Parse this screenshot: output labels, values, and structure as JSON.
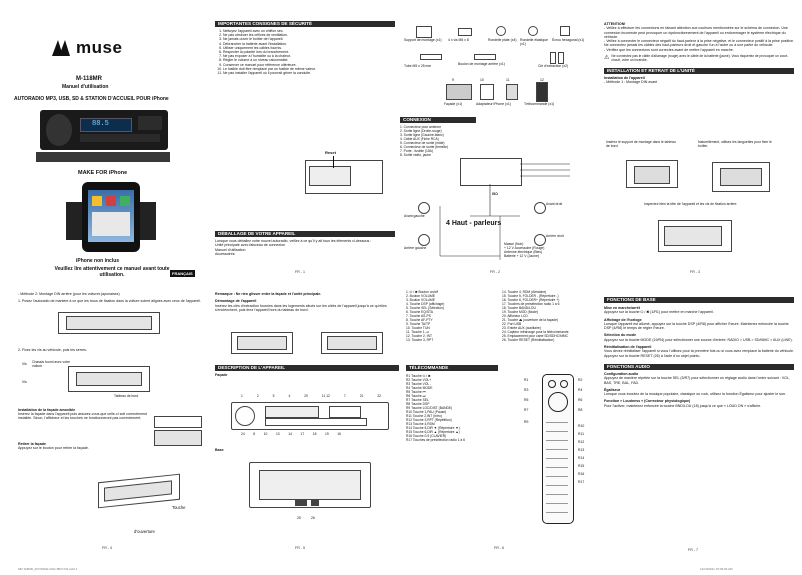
{
  "brand": "muse",
  "cover": {
    "model": "M-118MR",
    "manual": "Manuel d'utilisation",
    "product": "AUTORADIO MP3, USB, SD & STATION D'ACCUEIL POUR iPhone",
    "make_for": "MAKE FOR iPhone",
    "not_included": "iPhone non inclus",
    "read_notice": "Veuillez lire attentivement ce manuel avant toute utilisation.",
    "language_tag": "FRANÇAIS",
    "radio_display": "88.5"
  },
  "safety": {
    "title": "IMPORTANTES CONSIGNES DE SÉCURITÉ",
    "items": [
      "Nettoyez l'appareil avec un chiffon sec.",
      "Ne pas obstruer les orifices de ventilation.",
      "Ne jamais ouvrir le boîtier de l'appareil.",
      "Débrancher la batterie avant l'installation.",
      "Utiliser uniquement les câbles fournis.",
      "Respecter la polarité lors du branchement.",
      "Ne pas exposer à l'humidité ou à la chaleur.",
      "Régler le volume à un niveau raisonnable.",
      "Conserver ce manuel pour référence ultérieure.",
      "Le fusible doit être remplacé par un fusible de même valeur.",
      "Ne pas installer l'appareil où il pourrait gêner la conduite."
    ],
    "reset_label": "Reset"
  },
  "unpacking": {
    "title": "DÉBALLAGE DE VOTRE APPAREIL",
    "text": "Lorsque vous déballez votre nouvel autoradio, veillez à ce qu'il y ait tous les éléments ci-dessous :",
    "lines": [
      "Unité principale avec faisceau de connexion",
      "Manuel d'utilisation",
      "Accessoires:"
    ]
  },
  "accessories": {
    "labels": [
      "Support de montage (x1)",
      "4 x vis M5 x 8",
      "Rondelle plate (x4)",
      "Rondelle élastique (x1)",
      "Écrou hexagonal (x1)",
      "Tube M5 x 25 mm",
      "Boulon de montage arrière (x1)",
      "Clé d'extraction (x2)",
      "Façade (x1)",
      "Adaptateur iPhone (x1)",
      "Télécommande (x1)"
    ],
    "numbers": [
      "9",
      "10",
      "11",
      "12"
    ]
  },
  "connexion": {
    "title": "CONNEXION",
    "items": [
      "1. Connecteur pour antenne",
      "2. Sortie ligne (Droite-rouge)",
      "3. Sortie ligne (Gauche-blanc)",
      "4. Câble AUX (Fiche RCA)",
      "5. Connecteur de sortie (mâle)",
      "6. Connecteur de sortie (femelle)",
      "7. Porte - fusible (15A)",
      "8. Sortie vidéo, jaune"
    ],
    "diagram": {
      "speakers": "4 Haut - parleurs",
      "iso": "ISO",
      "mass": "Masse (Noir)",
      "plus12": "+ 12 V Accessoire (Rouge)",
      "antenna": "Antenne électrique (Bleu)",
      "battery": "Batterie + 12 V (Jaune)",
      "front_r": "Avant droit",
      "front_l": "Avant gauche",
      "rear_r": "Arrière droit",
      "rear_l": "Arrière gauche"
    }
  },
  "attention": {
    "title": "ATTENTION!",
    "text": "- Veillez à effectuer les connexions en faisant attention aux couleurs mentionnées sur le schéma de connexion. Une connexion incorrecte peut provoquer un dysfonctionnement de l'appareil ou endommager le système électrique du véhicule.\n- Veillez à connecter le connecteur négatif du haut-parleur à la prise négative, et le connecteur positif à la prise positive. Ne connectez jamais les câbles des haut-parleurs droit et gauche l'un à l'autre ou à une partie du véhicule.\n- Vérifiez que les connexions sont correctes avant de mettre l'appareil en marche.",
    "warn": "Ne connectez pas le câble d'allumage (rouge) avec le câble de la batterie (jaune). Vous risqueriez de provoquer un court-circuit, voire un incendie."
  },
  "installation": {
    "title": "INSTALLATION ET RETRAIT DE L'UNITÉ",
    "sub1": "Installation de l'appareil",
    "sub2": "- Méthode 1 : Montage DIN avant",
    "note1": "Insérez le support de montage dans le tableau de bord.",
    "note2": "Naturellement, utilisez les languettes pour fixer le boîtier.",
    "note3": "Inspectez bien la tête de l'appareil et les vis de fixation arrière."
  },
  "method2": {
    "text": "- Méthode 2: Montage DIN arrière (pour les voitures japonaises)",
    "step1": "1. Posez l'autoradio de manière à ce que les trous de fixation dans la voiture soient alignés avec ceux de l'appareil.",
    "step2": "2. Fixez les vis au véhicule, puis les serres.",
    "vis": "Vis",
    "vis_label": "Chassis fourni avec votre voiture",
    "dashboard": "Tableau de bord",
    "facade_title": "Installation de la façade amovible",
    "facade_text": "Insérez la façade dans l'appareil puis assurez-vous que celle-ci soit correctement installée. Sinon, l'afficheur et les touches ne fonctionneront pas correctement.",
    "remove_title": "Retirer la façade",
    "remove_text": "Appuyez sur le bouton pour retirer la façade.",
    "touche": "Touche",
    "ouverture": "d'ouverture"
  },
  "remark": {
    "title": "Remarque : Ne rien glisser entre la façade et l'unité principale.",
    "sub": "Démontage de l'appareil",
    "text": "Insérez les clés d'extraction fournies dans les logements situés sur les côtés de l'appareil jusqu'à ce qu'elles s'enclenchent, puis tirez l'appareil hors du tableau de bord."
  },
  "description": {
    "title": "DESCRIPTION DE L'APPAREIL",
    "facade": "Façade",
    "base": "Base",
    "callouts_top": [
      "1",
      "2",
      "5",
      "4",
      "20",
      "11 12",
      "7",
      "21",
      "22"
    ],
    "callouts_bottom": [
      "24",
      "8",
      "10",
      "13",
      "14",
      "17",
      "18",
      "19",
      "16"
    ],
    "base_callouts": [
      "25",
      "26"
    ]
  },
  "legend": {
    "left": [
      "1. ⏻ / ✖ Bouton on/off",
      "2. Bouton VOLUME",
      "3. Bouton VOLUME",
      "4. Touche DSP (affichage)",
      "5. Touche SEL (Sélection)",
      "6. Touche EQ/STA",
      "7. Touche AS-PS",
      "8. Touche AF-PTY",
      "9. Touche TA/TP",
      "10. Touche TUN",
      "11. Touche 1, ⏯",
      "12. Touche 2, INT",
      "13. Touche 3, RPT"
    ],
    "right": [
      "14. Touche 4, RDM (Aléatoire)",
      "15. Touche 5, FOLDER - (Répertoire -)",
      "16. Touche 6, FOLDER+ (Répertoire +)",
      "17. Touches de présélection radio 1 à 6",
      "18. Touche BAND/LOU",
      "19. Touche MOD (Mode)",
      "20. Afficheur LCD",
      "21. Touche ⏏ (ouverture de la façade)",
      "22. Port USB",
      "23. Entrée AUX (auxiliaire)",
      "24. Capteur infrarouge pour la télécommande",
      "25. Emplacement pour carte SD/SDHC/MMC",
      "26. Touche RESET (Réinitialisation)"
    ]
  },
  "remote": {
    "title": "TÉLÉCOMMANDE",
    "items": [
      "R1 Touche ⏻ / ✖",
      "R2 Touche VOL+",
      "R3 Touche VOL -",
      "R4 Touche MODE",
      "R5 Touche ⏮",
      "R6 Touche ⏭",
      "R7 Touche SEL",
      "R8 Touche DSP",
      "R9 Touche LOC/DIST (BANDE)",
      "R10 Touche 1,PAU (Pause)",
      "R11 Touche 2,INT (Intro)",
      "R12 Touche 3,RPT (Répétition)",
      "R13 Touche 4,RDM",
      "R14 Touche 5,DIR ▼ (Répertoire ▼)",
      "R15 Touche 6,DIR ▲ (Répertoire ▲)",
      "R16 Touche 0-9 (CLAVIER)",
      "R17 Touches de présélection radio 1 à 6"
    ],
    "labels": [
      "R1",
      "R2",
      "R3",
      "R4",
      "R5",
      "R6",
      "R7",
      "R8",
      "R9",
      "R10",
      "R11",
      "R12",
      "R13",
      "R14",
      "R15",
      "R16",
      "R17"
    ]
  },
  "functions_base": {
    "title": "FONCTIONS DE BASE",
    "s1": "Mise en marche/arrêt",
    "t1": "Appuyez sur la touche ⏻ / ✖ (1/R1) pour mettre en marche l'appareil.",
    "s2": "Affichage de l'horloge",
    "t2": "Lorsque l'appareil est allumé, appuyez sur la touche DSP (4/R8) pour afficher l'heure. Maintenez enfoncée la touche DSP (4/R8) le temps de régler l'heure.",
    "s3": "Sélection du mode",
    "t3": "Appuyez sur la touche MODE (19/R4) pour sélectionner une source d'entrée: RADIO > USB > SD/MMC > AUX (LINE).",
    "s4": "Réinitialisation de l'appareil",
    "t4": "Vous devez réinitialiser l'appareil si vous l'utilisez pour la première fois ou si vous avez remplacé la batterie du véhicule. Appuyez sur la touche RESET (26) à l'aide d'un objet pointu."
  },
  "functions_audio": {
    "title": "FONCTIONS AUDIO",
    "s1": "Configuration audio",
    "t1": "Appuyez de manière répétée sur la touche SEL (5/R7) pour sélectionner un réglage audio dans l'ordre suivant : VOL, BAS, TRE, BAL, FAD.",
    "s2": "Égaliseur",
    "t2": "Lorsque vous écoutez de la musique populaire, classique ou rock, utilisez la fonction Égaliseur pour ajuster le son.",
    "s3": "Fonction « Loudness » (Correcteur physiologique)",
    "t3": "Pour l'activer, maintenez enfoncée la touche BND/LOU (18) jusqu'à ce que « LOUD ON » s'affiche."
  },
  "page_numbers": [
    "FR - 1",
    "FR - 2",
    "FR - 3",
    "FR - 4",
    "FR - 5",
    "FR - 6",
    "FR - 7"
  ],
  "footer": {
    "left": "MR 118MR_FR MODE 2011 IBFN  FR.indd   1",
    "right": "12/10/2011   15:09:03 AM"
  }
}
